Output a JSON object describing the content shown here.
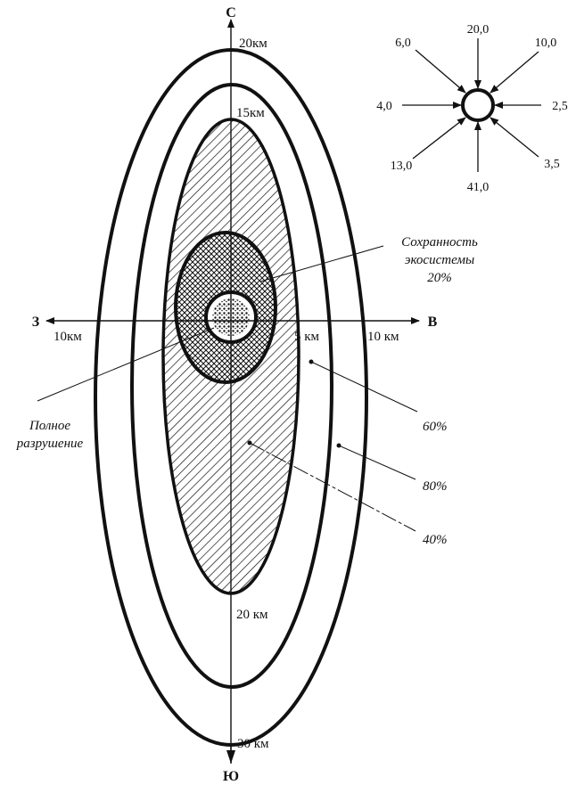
{
  "compass": {
    "north": "С",
    "south": "Ю",
    "west": "З",
    "east": "В"
  },
  "distances": {
    "north_outer": "20км",
    "north_inner": "15км",
    "west": "10км",
    "east_inner": "5 км",
    "east_outer": "10 км",
    "south_inner": "20 км",
    "south_outer": "30 км"
  },
  "zones": [
    {
      "label_line1": "Сохранность",
      "label_line2": "экосистемы",
      "label_line3": "20%"
    },
    {
      "label": "60%"
    },
    {
      "label": "80%"
    },
    {
      "label": "40%"
    }
  ],
  "total_destruction": {
    "line1": "Полное",
    "line2": "разрушение"
  },
  "wind_rose": {
    "north": "20,0",
    "north_east": "10,0",
    "east": "2,5",
    "south_east": "3,5",
    "south": "41,0",
    "south_west": "13,0",
    "west": "4,0",
    "north_west": "6,0"
  }
}
